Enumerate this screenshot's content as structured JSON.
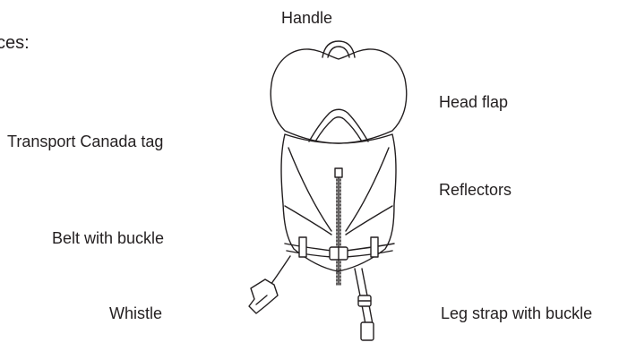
{
  "heading_fragment": "ces:",
  "labels": {
    "handle": "Handle",
    "transport_canada_tag": "Transport Canada tag",
    "belt_with_buckle": "Belt with buckle",
    "whistle": "Whistle",
    "head_flap": "Head flap",
    "reflectors": "Reflectors",
    "leg_strap_with_buckle": "Leg strap with buckle"
  }
}
